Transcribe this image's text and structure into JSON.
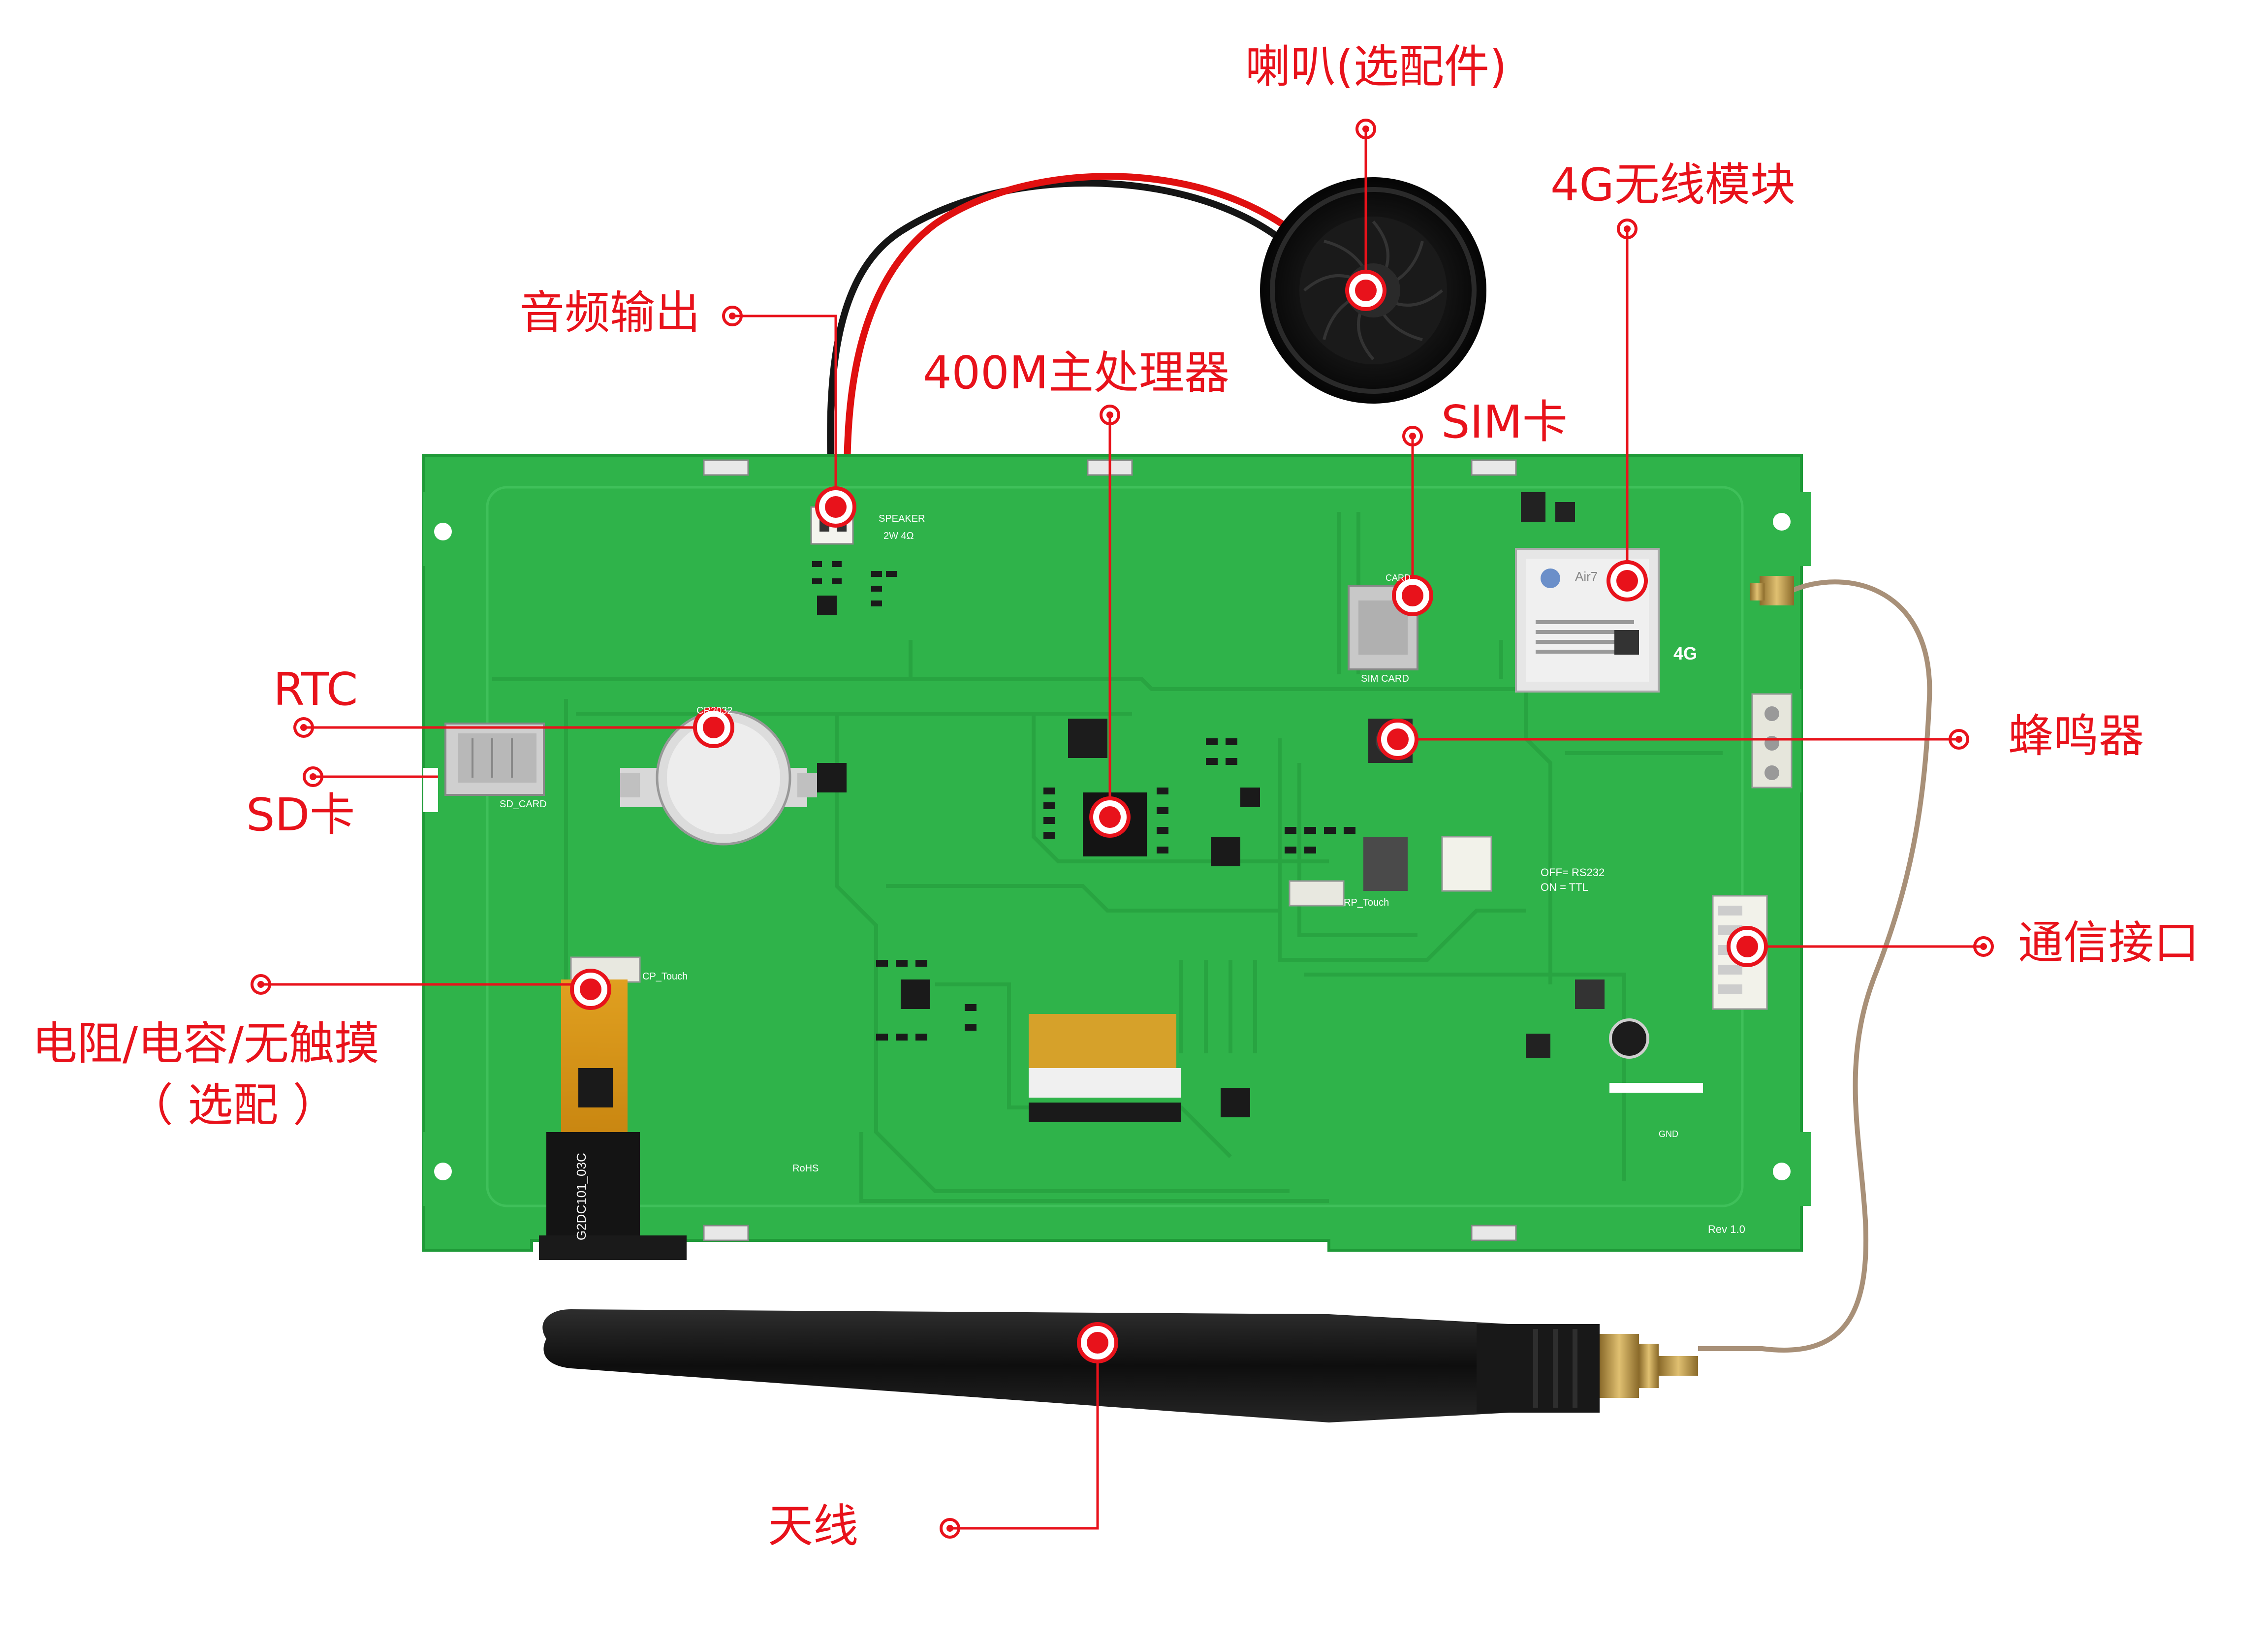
{
  "colors": {
    "accent": "#e8121b",
    "board": "#2fb34a",
    "board_edge": "#1f9a38",
    "trace": "#25a03f",
    "cable": "#a89078"
  },
  "labels": {
    "speaker": "喇叭(选配件)",
    "module_4g": "4G无线模块",
    "audio_out": "音频输出",
    "cpu": "400M主处理器",
    "sim": "SIM卡",
    "rtc": "RTC",
    "buzzer": "蜂鸣器",
    "sd": "SD卡",
    "comm": "通信接口",
    "touch_line1": "电阻/电容/无触摸",
    "touch_line2": "（ 选配 ）",
    "antenna": "天线"
  },
  "pcb_text": {
    "speaker_silk": "SPEAKER",
    "speaker_spec": "2W 4Ω",
    "cr2032": "CR2032",
    "sd_card": "SD_CARD",
    "sim_card": "SIM CARD",
    "card": "CARD",
    "cp_touch": "CP_Touch",
    "rp_touch": "RP_Touch",
    "rs232_note": "OFF= RS232",
    "ttl_note": "ON = TTL",
    "air": "Air7",
    "gnd": "GND",
    "rev": "Rev 1.0",
    "rohs": "RoHS",
    "fpc_code": "G2DC101_03C",
    "lte": "4G"
  }
}
